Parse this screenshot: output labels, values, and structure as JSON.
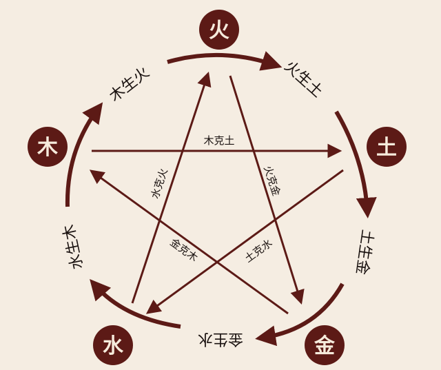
{
  "colors": {
    "background": "#f5ede2",
    "primary": "#5c1a16",
    "element_text": "#f6ebdc",
    "label_text": "#1a1210"
  },
  "elements": {
    "fire": "火",
    "earth": "土",
    "metal": "金",
    "water": "水",
    "wood": "木"
  },
  "generating": {
    "wood_fire": "木生火",
    "fire_earth": "火生土",
    "earth_metal": "土生金",
    "metal_water": "金生水",
    "water_wood": "水生木"
  },
  "controlling": {
    "wood_earth": "木克土",
    "fire_metal": "火克金",
    "earth_water": "土克水",
    "metal_wood": "金克木",
    "water_fire": "水克火"
  }
}
